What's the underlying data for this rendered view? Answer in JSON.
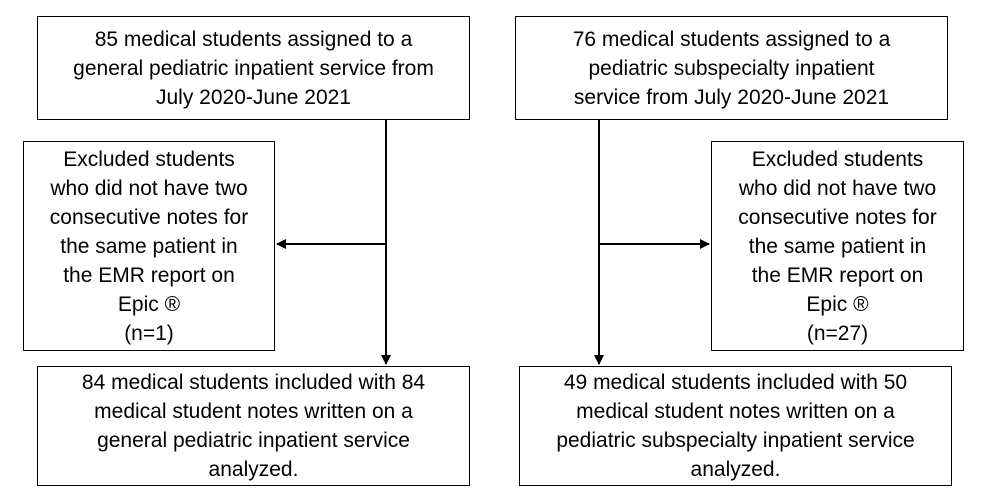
{
  "left_flow": {
    "start": "85 medical students assigned to a\ngeneral pediatric inpatient service from\nJuly 2020-June 2021",
    "excluded": "Excluded students\nwho did not have two\nconsecutive notes for\nthe same patient in\nthe EMR report on\nEpic ®\n(n=1)",
    "included": "84 medical students included with 84\nmedical student notes written on a\ngeneral pediatric inpatient service\nanalyzed."
  },
  "right_flow": {
    "start": "76 medical students assigned to a\npediatric subspecialty inpatient\nservice from July 2020-June 2021",
    "excluded": "Excluded students\nwho did not have two\nconsecutive notes for\nthe same patient in\nthe EMR report on\nEpic ®\n(n=27)",
    "included": "49 medical students included with 50\nmedical student notes written on a\npediatric subspecialty inpatient service\nanalyzed."
  }
}
